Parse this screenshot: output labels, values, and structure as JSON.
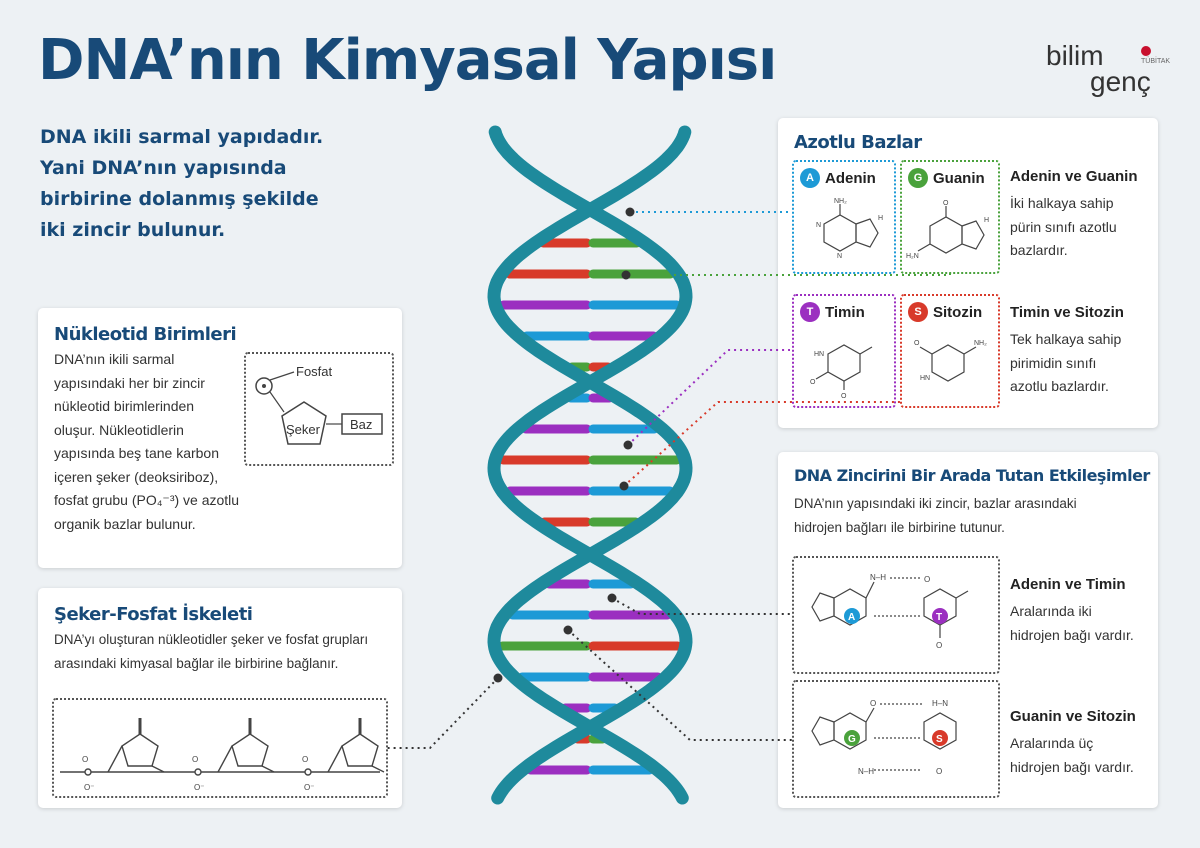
{
  "header": {
    "title": "DNA’nın Kimyasal Yapısı",
    "logo_line1": "bilim",
    "logo_line2": "genç",
    "logo_sub": "TÜBİTAK"
  },
  "intro": {
    "lines": [
      "DNA ikili sarmal yapıdadır.",
      "Yani DNA’nın yapısında",
      "birbirine dolanmış şekilde",
      "iki zincir bulunur."
    ]
  },
  "nucleotide": {
    "heading": "Nükleotid Birimleri",
    "lines": [
      "DNA’nın ikili sarmal",
      "yapısındaki her bir zincir",
      "nükleotid birimlerinden",
      "oluşur. Nükleotidlerin",
      "yapısında beş tane karbon",
      "içeren şeker (deoksiriboz),",
      "fosfat grubu (PO₄⁻³) ve azotlu",
      "organik bazlar bulunur."
    ],
    "diagram": {
      "fosfat": "Fosfat",
      "seker": "Şeker",
      "baz": "Baz"
    }
  },
  "backbone": {
    "heading": "Şeker-Fosfat İskeleti",
    "lines": [
      "DNA’yı oluşturan nükleotidler şeker ve fosfat grupları",
      "arasındaki kimyasal bağlar ile birbirine bağlanır."
    ]
  },
  "bases": {
    "heading": "Azotlu Bazlar",
    "adenine": {
      "letter": "A",
      "name": "Adenin"
    },
    "guanine": {
      "letter": "G",
      "name": "Guanin"
    },
    "thymine": {
      "letter": "T",
      "name": "Timin"
    },
    "cytosine": {
      "letter": "S",
      "name": "Sitozin"
    },
    "purine_title": "Adenin ve Guanin",
    "purine_lines": [
      "İki halkaya sahip",
      "pürin sınıfı azotlu",
      "bazlardır."
    ],
    "pyrimidine_title": "Timin ve Sitozin",
    "pyrimidine_lines": [
      "Tek halkaya sahip",
      "pirimidin sınıfı",
      "azotlu bazlardır."
    ]
  },
  "interactions": {
    "heading": "DNA Zincirini Bir Arada Tutan Etkileşimler",
    "lines": [
      "DNA’nın yapısındaki iki zincir, bazlar arasındaki",
      "hidrojen bağları ile birbirine tutunur."
    ],
    "at_title": "Adenin ve Timin",
    "at_lines": [
      "Aralarında iki",
      "hidrojen bağı vardır."
    ],
    "gc_title": "Guanin ve Sitozin",
    "gc_lines": [
      "Aralarında üç",
      "hidrojen bağı vardır."
    ]
  },
  "colors": {
    "title": "#184a78",
    "helix": "#1e8a9c",
    "adenine": "#1d9ad6",
    "guanine": "#4aa23c",
    "thymine": "#9b2fc0",
    "cytosine": "#d83a2a"
  }
}
